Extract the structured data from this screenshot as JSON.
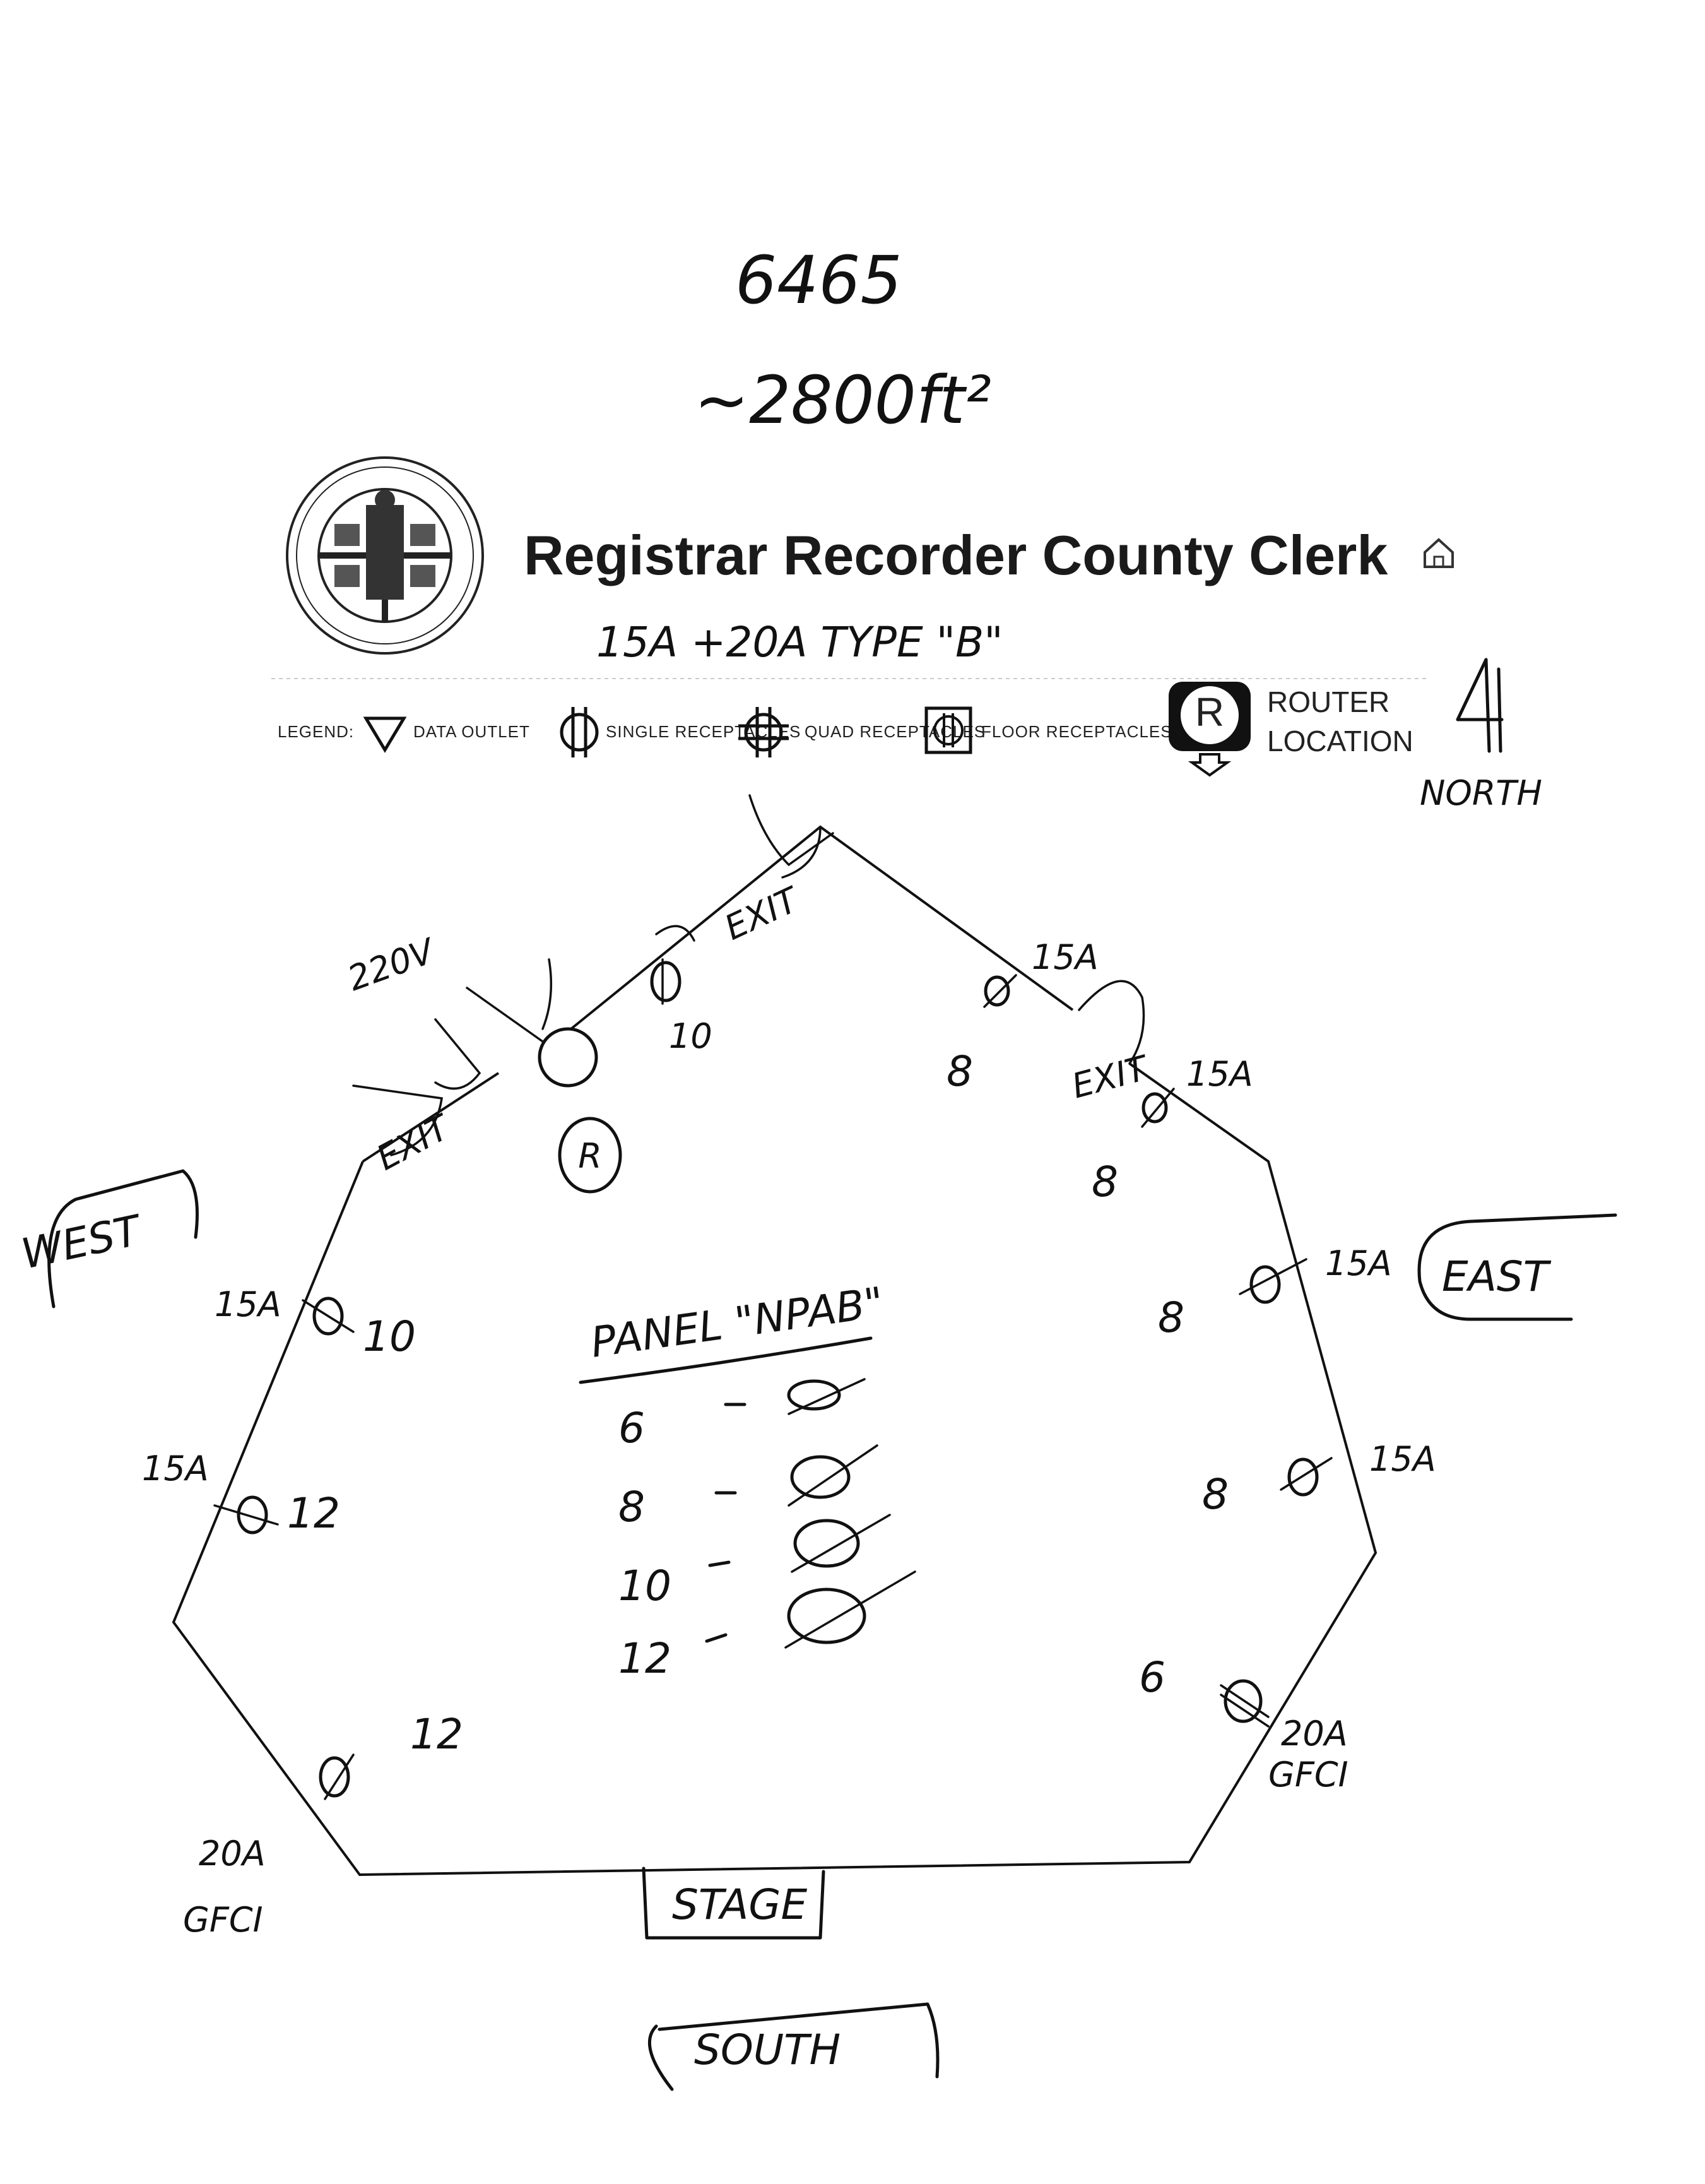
{
  "header": {
    "number": "6465",
    "area": "~2800ft²",
    "title": "Registrar Recorder County Clerk",
    "circuit_note": "15A +20A TYPE \"B\"",
    "home_icon": "home-icon"
  },
  "legend": {
    "label": "LEGEND:",
    "items": [
      {
        "icon": "data-outlet-triangle-icon",
        "text": "DATA OUTLET"
      },
      {
        "icon": "single-receptacle-icon",
        "text": "SINGLE RECEPTACLES"
      },
      {
        "icon": "quad-receptacle-icon",
        "text": "QUAD RECEPTACLES"
      },
      {
        "icon": "floor-receptacle-icon",
        "text": "FLOOR RECEPTACLES"
      }
    ],
    "router_symbol": "R",
    "router_line1": "ROUTER",
    "router_line2": "LOCATION"
  },
  "compass": {
    "north": "NORTH",
    "south": "SOUTH",
    "east": "EAST",
    "west": "WEST"
  },
  "panel": {
    "title": "PANEL \"NPAB\"",
    "rows": [
      "6",
      "8",
      "10",
      "12"
    ]
  },
  "annotations": {
    "exit": "EXIT",
    "v220": "220V",
    "router_marker": "R",
    "stage": "STAGE",
    "a15": "15A",
    "a20": "20A",
    "gfci": "GFCI"
  },
  "receptacle_labels": {
    "n6": "6",
    "n8": "8",
    "n10": "10",
    "n12": "12"
  }
}
